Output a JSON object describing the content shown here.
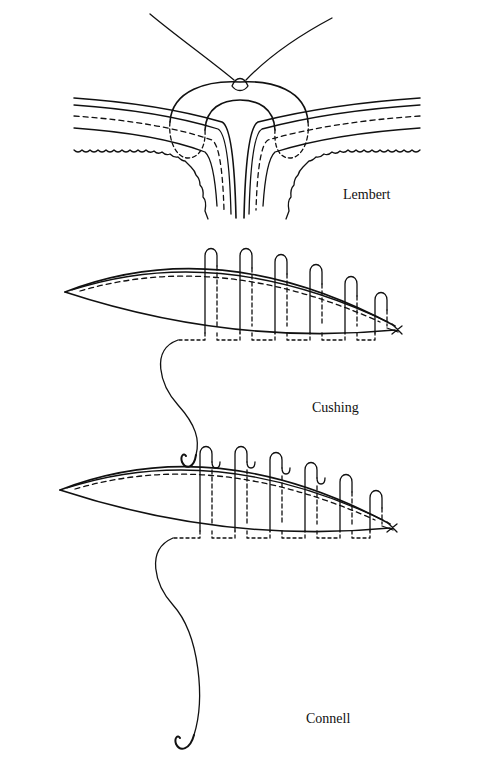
{
  "diagram": {
    "labels": [
      "Lembert",
      "Cushing",
      "Connell"
    ]
  }
}
